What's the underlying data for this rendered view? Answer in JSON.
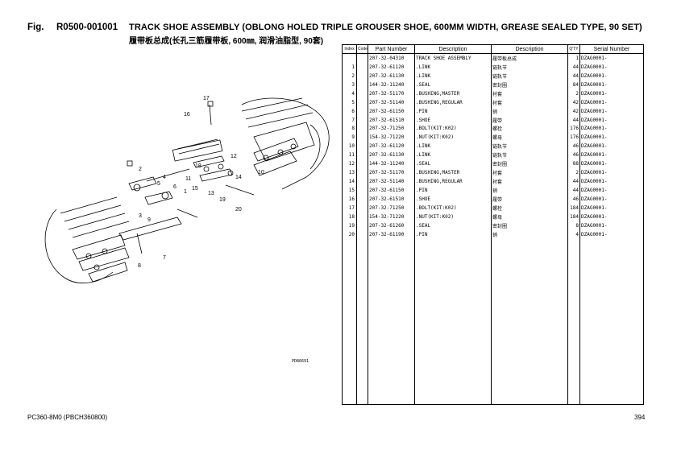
{
  "header": {
    "fig_label": "Fig.",
    "code": "R0500-001001",
    "title": "TRACK SHOE ASSEMBLY (OBLONG HOLED TRIPLE GROUSER SHOE, 600MM WIDTH, GREASE SEALED TYPE, 90 SET)",
    "subtitle": "履带板总成(长孔三筋履带板, 600㎜, 润滑油脂型, 90套)"
  },
  "diagram": {
    "code": "PD86691",
    "callouts": [
      "17",
      "16",
      "18",
      "12",
      "14",
      "11",
      "10",
      "6",
      "2",
      "4",
      "1",
      "5",
      "13",
      "19",
      "20",
      "3",
      "9",
      "7",
      "8",
      "15"
    ]
  },
  "table": {
    "headers": {
      "index": "Index",
      "code": "Code",
      "part": "Part Number",
      "desc_en": "Description",
      "desc_cn": "Description",
      "qty": "Q'TY",
      "serial": "Serial Number"
    },
    "rows": [
      {
        "index": "",
        "part": "207-32-04310",
        "desc_en": "TRACK SHOE ASSEMBLY",
        "desc_cn": "履带板总成",
        "qty": "1",
        "serial": "DZAG0001-"
      },
      {
        "index": "1",
        "part": "207-32-61120",
        "desc_en": ".LINK",
        "desc_cn": "链轨节",
        "qty": "44",
        "serial": "DZAG0001-"
      },
      {
        "index": "2",
        "part": "207-32-61130",
        "desc_en": ".LINK",
        "desc_cn": "链轨节",
        "qty": "44",
        "serial": "DZAG0001-"
      },
      {
        "index": "3",
        "part": "144-32-11240",
        "desc_en": ".SEAL",
        "desc_cn": "密封圈",
        "qty": "84",
        "serial": "DZAG0001-"
      },
      {
        "index": "4",
        "part": "207-32-51170",
        "desc_en": ".BUSHING,MASTER",
        "desc_cn": "衬套",
        "qty": "2",
        "serial": "DZAG0001-"
      },
      {
        "index": "5",
        "part": "207-32-51140",
        "desc_en": ".BUSHING,REGULAR",
        "desc_cn": "衬套",
        "qty": "42",
        "serial": "DZAG0001-"
      },
      {
        "index": "6",
        "part": "207-32-61150",
        "desc_en": ".PIN",
        "desc_cn": "销",
        "qty": "42",
        "serial": "DZAG0001-"
      },
      {
        "index": "7",
        "part": "207-32-61510",
        "desc_en": ".SHOE",
        "desc_cn": "履带",
        "qty": "44",
        "serial": "DZAG0001-"
      },
      {
        "index": "8",
        "part": "207-32-71250",
        "desc_en": ".BOLT(KIT:K02)",
        "desc_cn": "螺栓",
        "qty": "176",
        "serial": "DZAG0001-"
      },
      {
        "index": "9",
        "part": "154-32-71220",
        "desc_en": ".NUT(KIT:K02)",
        "desc_cn": "螺母",
        "qty": "176",
        "serial": "DZAG0001-"
      },
      {
        "index": "10",
        "part": "207-32-61120",
        "desc_en": ".LINK",
        "desc_cn": "链轨节",
        "qty": "46",
        "serial": "DZAG0001-"
      },
      {
        "index": "11",
        "part": "207-32-61130",
        "desc_en": ".LINK",
        "desc_cn": "链轨节",
        "qty": "46",
        "serial": "DZAG0001-"
      },
      {
        "index": "12",
        "part": "144-32-11240",
        "desc_en": ".SEAL",
        "desc_cn": "密封圈",
        "qty": "88",
        "serial": "DZAG0001-"
      },
      {
        "index": "13",
        "part": "207-32-51170",
        "desc_en": ".BUSHING,MASTER",
        "desc_cn": "衬套",
        "qty": "2",
        "serial": "DZAG0001-"
      },
      {
        "index": "14",
        "part": "207-32-51140",
        "desc_en": ".BUSHING,REGULAR",
        "desc_cn": "衬套",
        "qty": "44",
        "serial": "DZAG0001-"
      },
      {
        "index": "15",
        "part": "207-32-61150",
        "desc_en": ".PIN",
        "desc_cn": "销",
        "qty": "44",
        "serial": "DZAG0001-"
      },
      {
        "index": "16",
        "part": "207-32-61510",
        "desc_en": ".SHOE",
        "desc_cn": "履带",
        "qty": "46",
        "serial": "DZAG0001-"
      },
      {
        "index": "17",
        "part": "207-32-71250",
        "desc_en": ".BOLT(KIT:K02)",
        "desc_cn": "螺栓",
        "qty": "184",
        "serial": "DZAG0001-"
      },
      {
        "index": "18",
        "part": "154-32-71220",
        "desc_en": ".NUT(KIT:K02)",
        "desc_cn": "螺母",
        "qty": "184",
        "serial": "DZAG0001-"
      },
      {
        "index": "19",
        "part": "207-32-61260",
        "desc_en": ".SEAL",
        "desc_cn": "密封圈",
        "qty": "8",
        "serial": "DZAG0001-"
      },
      {
        "index": "20",
        "part": "207-32-61190",
        "desc_en": ".PIN",
        "desc_cn": "销",
        "qty": "4",
        "serial": "DZAG0001-"
      }
    ]
  },
  "footer": {
    "model": "PC360-8M0 (PBCH360800)",
    "page": "394"
  }
}
